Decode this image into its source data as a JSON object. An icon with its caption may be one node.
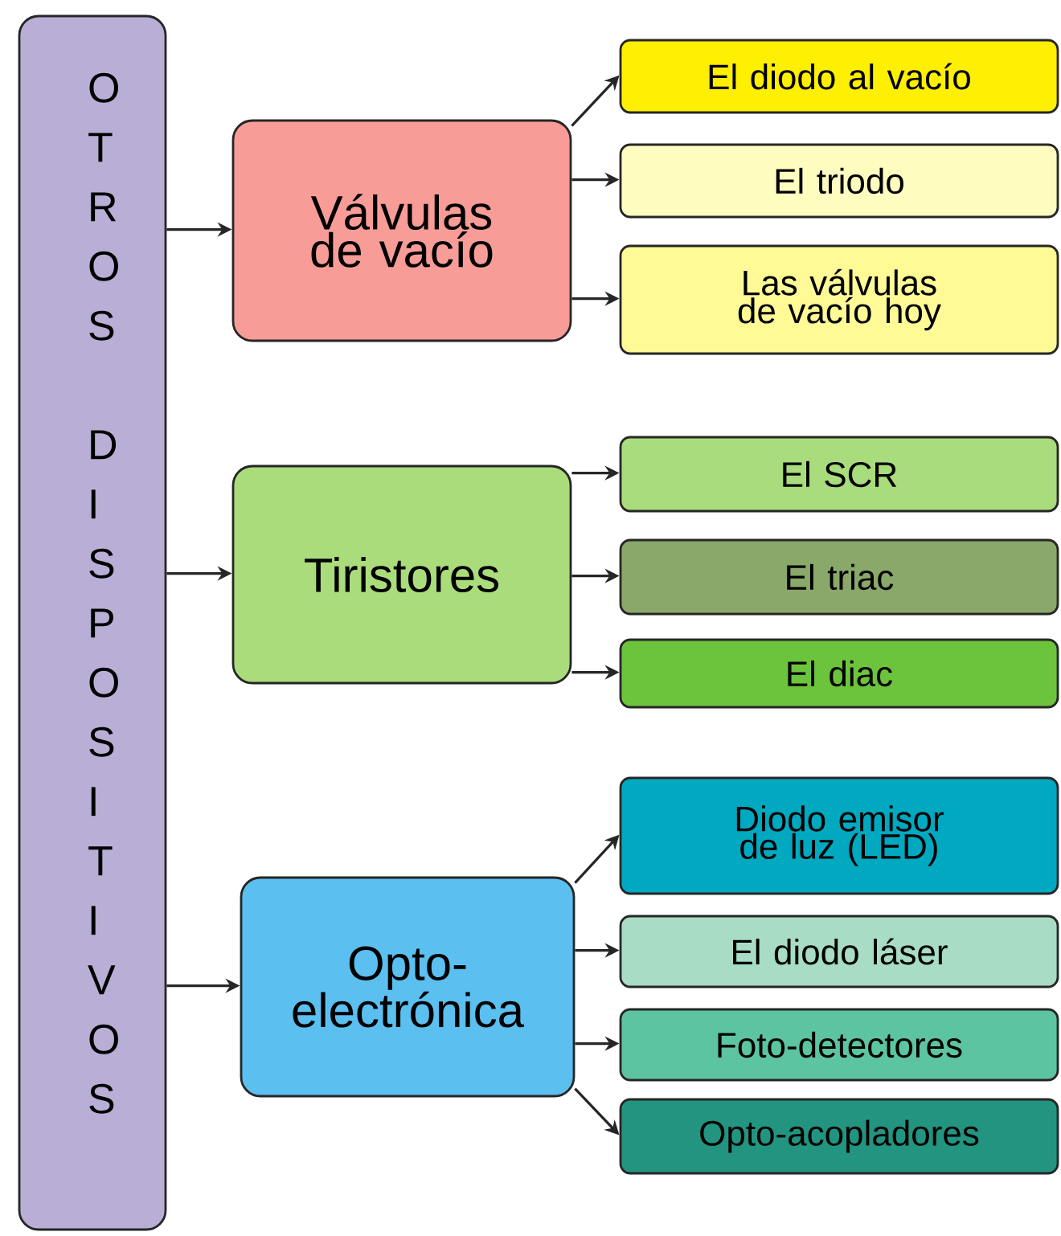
{
  "diagram": {
    "nodes": [
      {
        "text": [
          "OTROS DISPOSITIVOS"
        ]
      },
      {
        "text": [
          "Válvulas de vacío"
        ]
      },
      {
        "text": [
          "El diodo al vacío"
        ]
      },
      {
        "text": [
          "El triodo"
        ]
      },
      {
        "text": [
          "Las válvulas de vacío hoy"
        ]
      },
      {
        "text": [
          "Tiristores"
        ]
      },
      {
        "text": [
          "El SCR"
        ]
      },
      {
        "text": [
          "El triac"
        ]
      },
      {
        "text": [
          "El diac"
        ]
      },
      {
        "text": [
          "Opto-electrónica"
        ]
      },
      {
        "text": [
          "Diodo emisor de luz (LED)"
        ]
      },
      {
        "text": [
          "El diodo láser"
        ]
      },
      {
        "text": [
          "Foto-detectores"
        ]
      },
      {
        "text": [
          "Opto-acopladores"
        ]
      }
    ],
    "edges": [
      {
        "from": 0,
        "to": 1,
        "arrow": "to"
      },
      {
        "from": 1,
        "to": 2,
        "arrow": "to"
      },
      {
        "from": 1,
        "to": 3,
        "arrow": "to"
      },
      {
        "from": 1,
        "to": 4,
        "arrow": "to"
      },
      {
        "from": 0,
        "to": 5,
        "arrow": "to"
      },
      {
        "from": 5,
        "to": 6,
        "arrow": "to"
      },
      {
        "from": 5,
        "to": 7,
        "arrow": "to"
      },
      {
        "from": 5,
        "to": 8,
        "arrow": "to"
      },
      {
        "from": 0,
        "to": 9,
        "arrow": "to"
      },
      {
        "from": 9,
        "to": 10,
        "arrow": "to"
      },
      {
        "from": 9,
        "to": 11,
        "arrow": "to"
      },
      {
        "from": 9,
        "to": 12,
        "arrow": "to"
      },
      {
        "from": 9,
        "to": 13,
        "arrow": "to"
      }
    ]
  }
}
